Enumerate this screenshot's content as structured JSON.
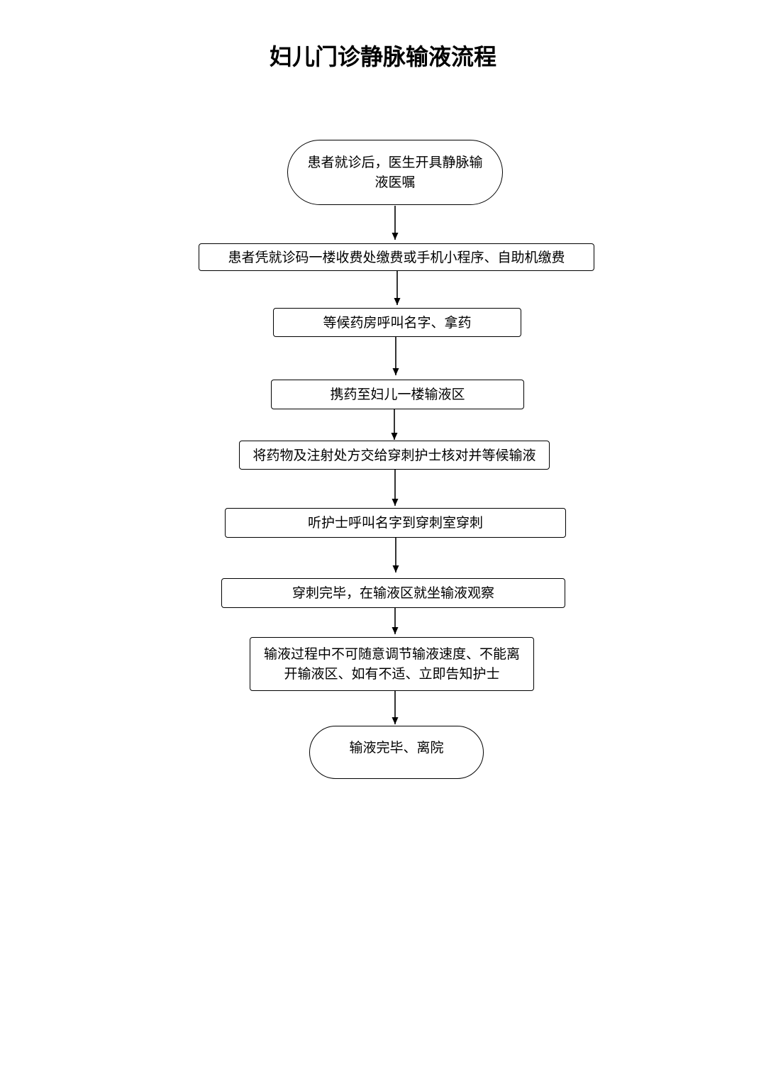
{
  "title": "妇儿门诊静脉输液流程",
  "colors": {
    "ink": "#000000",
    "paper": "#ffffff"
  },
  "nodes": [
    {
      "lines": [
        "患者就诊后，医生开具静脉输",
        "液医嘱"
      ]
    },
    {
      "lines": [
        "患者凭就诊码一楼收费处缴费或手机小程序、自助机缴费"
      ]
    },
    {
      "lines": [
        "等候药房呼叫名字、拿药"
      ]
    },
    {
      "lines": [
        "携药至妇儿一楼输液区"
      ]
    },
    {
      "lines": [
        "将药物及注射处方交给穿刺护士核对并等候输液"
      ]
    },
    {
      "lines": [
        "听护士呼叫名字到穿刺室穿刺"
      ]
    },
    {
      "lines": [
        "穿刺完毕，在输液区就坐输液观察"
      ]
    },
    {
      "lines": [
        "输液过程中不可随意调节输液速度、不能离",
        "开输液区、如有不适、立即告知护士"
      ]
    },
    {
      "lines": [
        "输液完毕、离院"
      ]
    }
  ]
}
